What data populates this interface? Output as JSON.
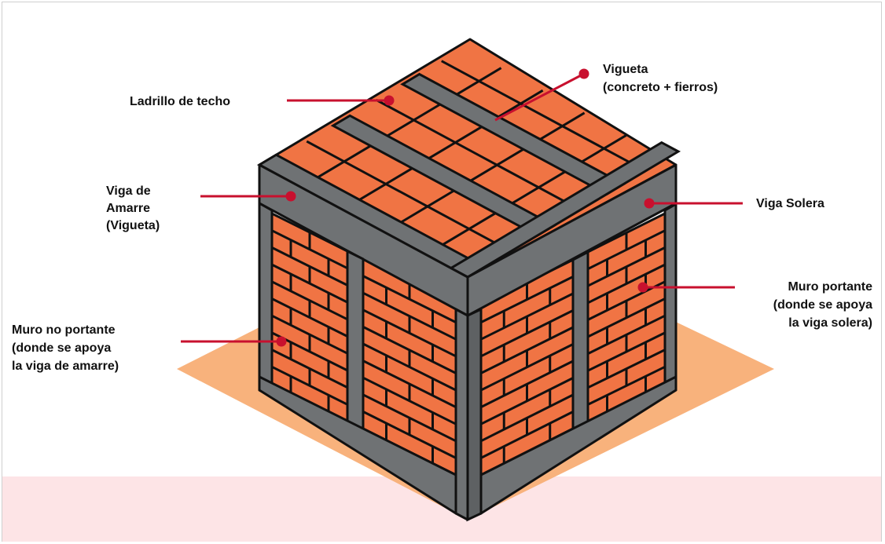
{
  "colors": {
    "brick": "#f07444",
    "mortar": "#111111",
    "beam": "#6f7274",
    "beam_dark": "#5e6163",
    "ground": "#f8b27c",
    "pink_band": "#fde4e6",
    "leader": "#c8102e"
  },
  "labels": {
    "ladrillo_techo": [
      "Ladrillo de techo"
    ],
    "vigueta": [
      "Vigueta",
      "(concreto + fierros)"
    ],
    "viga_amarre": [
      "Viga de",
      "Amarre",
      "(Vigueta)"
    ],
    "viga_solera": [
      "Viga Solera"
    ],
    "muro_portante": [
      "Muro portante",
      "(donde se apoya",
      "la viga solera)"
    ],
    "muro_no_portante": [
      "Muro no portante",
      "(donde se apoya",
      "la viga de amarre)"
    ]
  }
}
